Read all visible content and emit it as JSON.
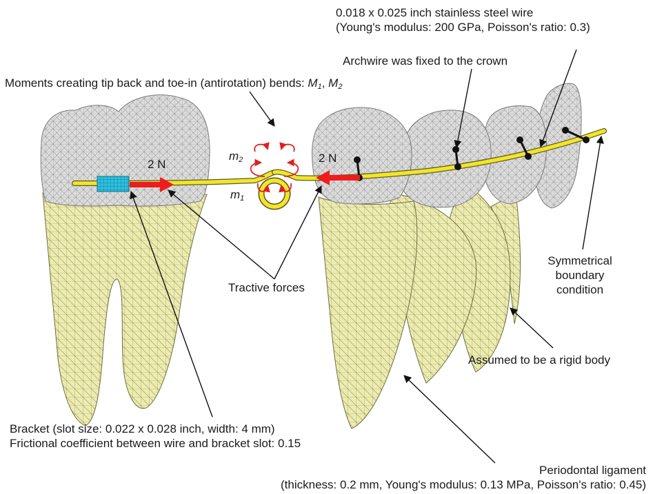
{
  "colors": {
    "crown_fill": "#dcdcdc",
    "crown_mesh": "#9a9a9a",
    "root_fill": "#ecebb0",
    "root_mesh": "#8f8d55",
    "wire_fill": "#f2e52a",
    "wire_edge": "#5a5a22",
    "bracket_fill": "#2ec0e0",
    "force_arrow": "#ee1c1c",
    "moment_arrow": "#e02020",
    "leader_line": "#111111"
  },
  "labels": {
    "wire_line1": "0.018 x 0.025 inch stainless steel wire",
    "wire_line2": "(Young's modulus: 200 GPa, Poisson's ratio: 0.3)",
    "archwire_fixed": "Archwire was fixed to the crown",
    "moments_text": "Moments creating tip back and toe-in (antirotation) bends: ",
    "moments_m1": "M",
    "moments_m1_sub": "1",
    "moments_sep": ", ",
    "moments_m2": "M",
    "moments_m2_sub": "2",
    "force_left": "2 N",
    "force_right": "2 N",
    "m2_label": "m",
    "m2_sub": "2",
    "m1_label": "m",
    "m1_sub": "1",
    "tractive_forces": "Tractive forces",
    "symmetrical_line1": "Symmetrical",
    "symmetrical_line2": "boundary",
    "symmetrical_line3": "condition",
    "rigid_body": "Assumed to be a rigid body",
    "bracket_line1": "Bracket (slot size: 0.022 x 0.028 inch, width: 4 mm)",
    "bracket_line2": "Frictional coefficient between wire and bracket slot: 0.15",
    "pdl_line1": "Periodontal ligament",
    "pdl_line2": "(thickness: 0.2 mm, Young's modulus: 0.13 MPa, Poisson's ratio: 0.45)"
  }
}
